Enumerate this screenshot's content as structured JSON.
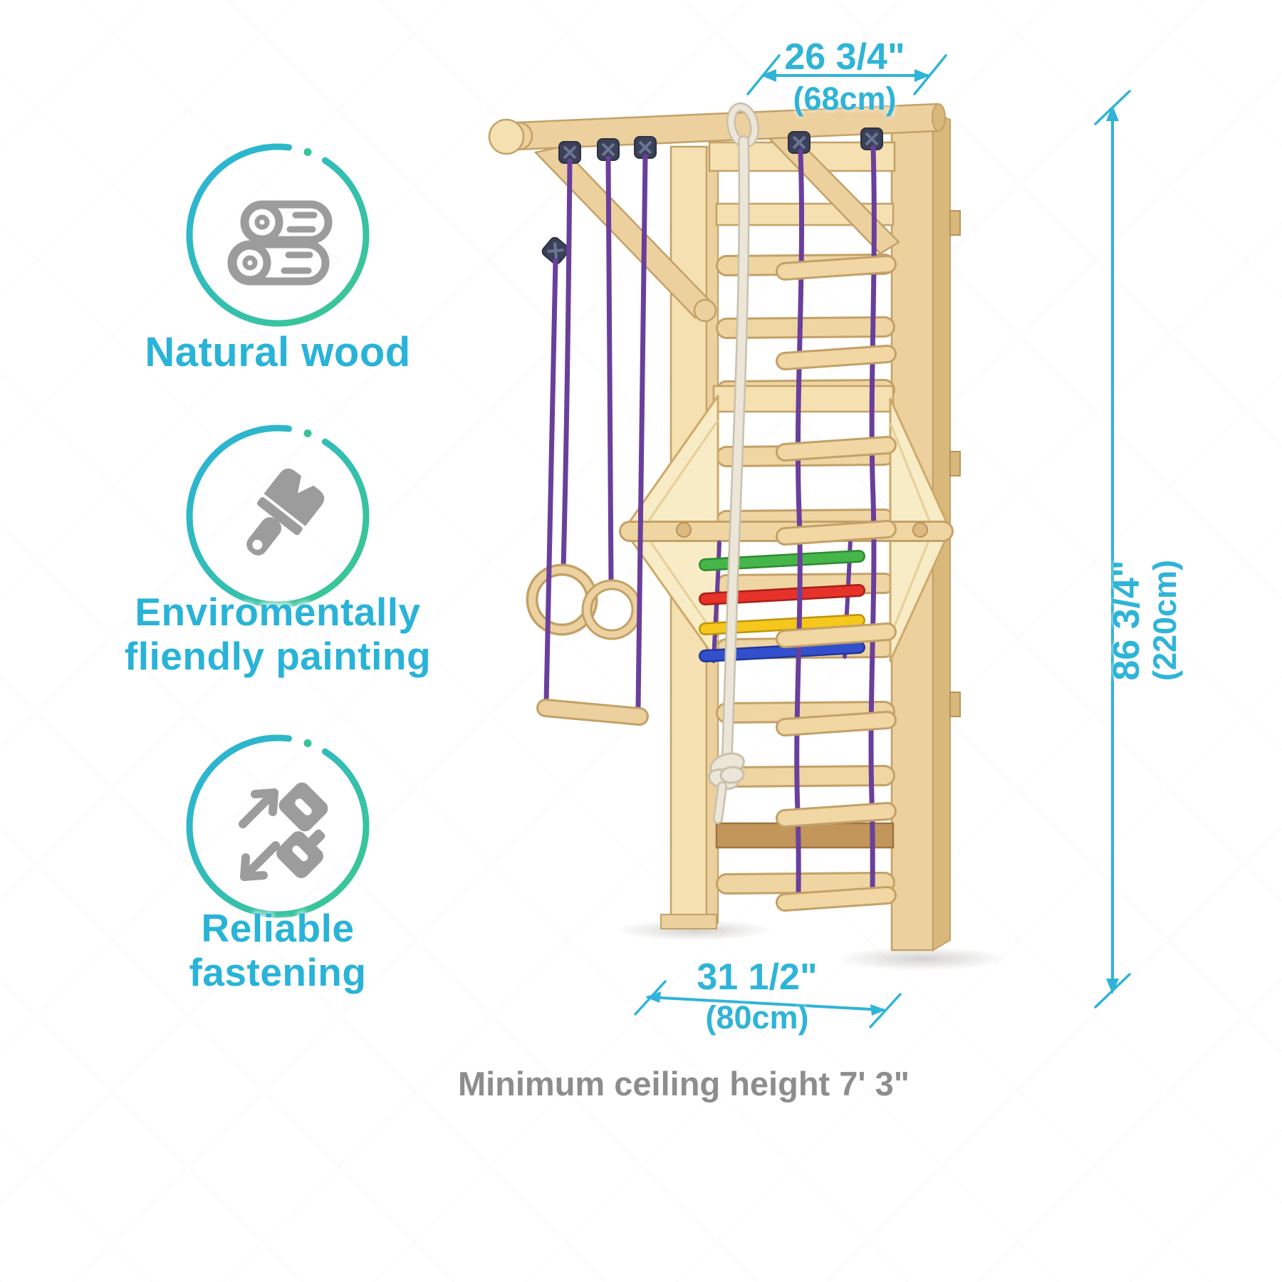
{
  "features": [
    {
      "icon": "natural-wood-icon",
      "lines": [
        "Natural wood"
      ]
    },
    {
      "icon": "eco-paint-icon",
      "lines": [
        "Enviromentally",
        "fliendly painting"
      ]
    },
    {
      "icon": "reliable-fastening-icon",
      "lines": [
        "Reliable",
        "fastening"
      ]
    }
  ],
  "dimensions": {
    "top_width": {
      "inches": "26 3/4\"",
      "metric": "(68cm)"
    },
    "side_height": {
      "inches": "86 3/4\"",
      "metric": "(220cm)"
    },
    "bottom_depth": {
      "inches": "31 1/2\"",
      "metric": "(80cm)"
    }
  },
  "note": "Minimum ceiling height 7' 3\"",
  "colors": {
    "accent": "#2fb4d8",
    "accent_green": "#3ec98e",
    "icon_gray": "#9c9c9c",
    "note_gray": "#8d8d8d",
    "wood_light": "#f4e0b0",
    "wood_mid": "#ecd09e",
    "rope_purple": "#6a3f9c",
    "rung_green": "#46b64a",
    "rung_red": "#e63229",
    "rung_yellow": "#f6c71c",
    "rung_blue": "#3350cc"
  }
}
